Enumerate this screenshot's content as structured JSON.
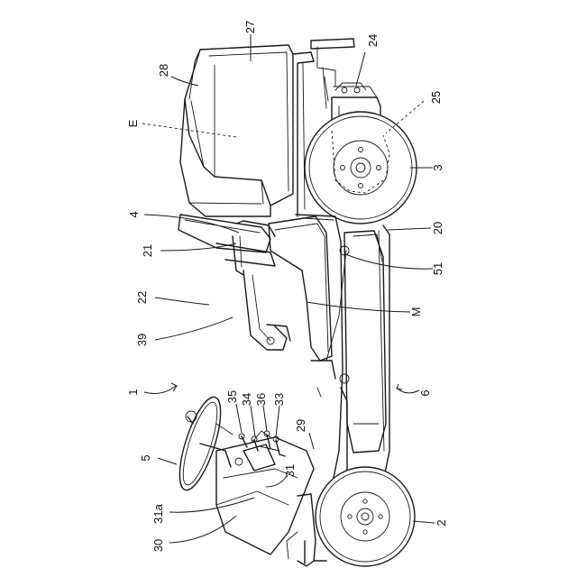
{
  "labels": {
    "n1": "1",
    "n2": "2",
    "n3": "3",
    "n4": "4",
    "n5": "5",
    "n6": "6",
    "n20": "20",
    "n21": "21",
    "n22": "22",
    "n24": "24",
    "n25": "25",
    "n27": "27",
    "n28": "28",
    "n29": "29",
    "n30": "30",
    "n31": "31",
    "n31a": "31a",
    "n33": "33",
    "n34": "34",
    "n35": "35",
    "n36": "36",
    "n39": "39",
    "n51": "51",
    "nE": "E",
    "nM": "M"
  }
}
